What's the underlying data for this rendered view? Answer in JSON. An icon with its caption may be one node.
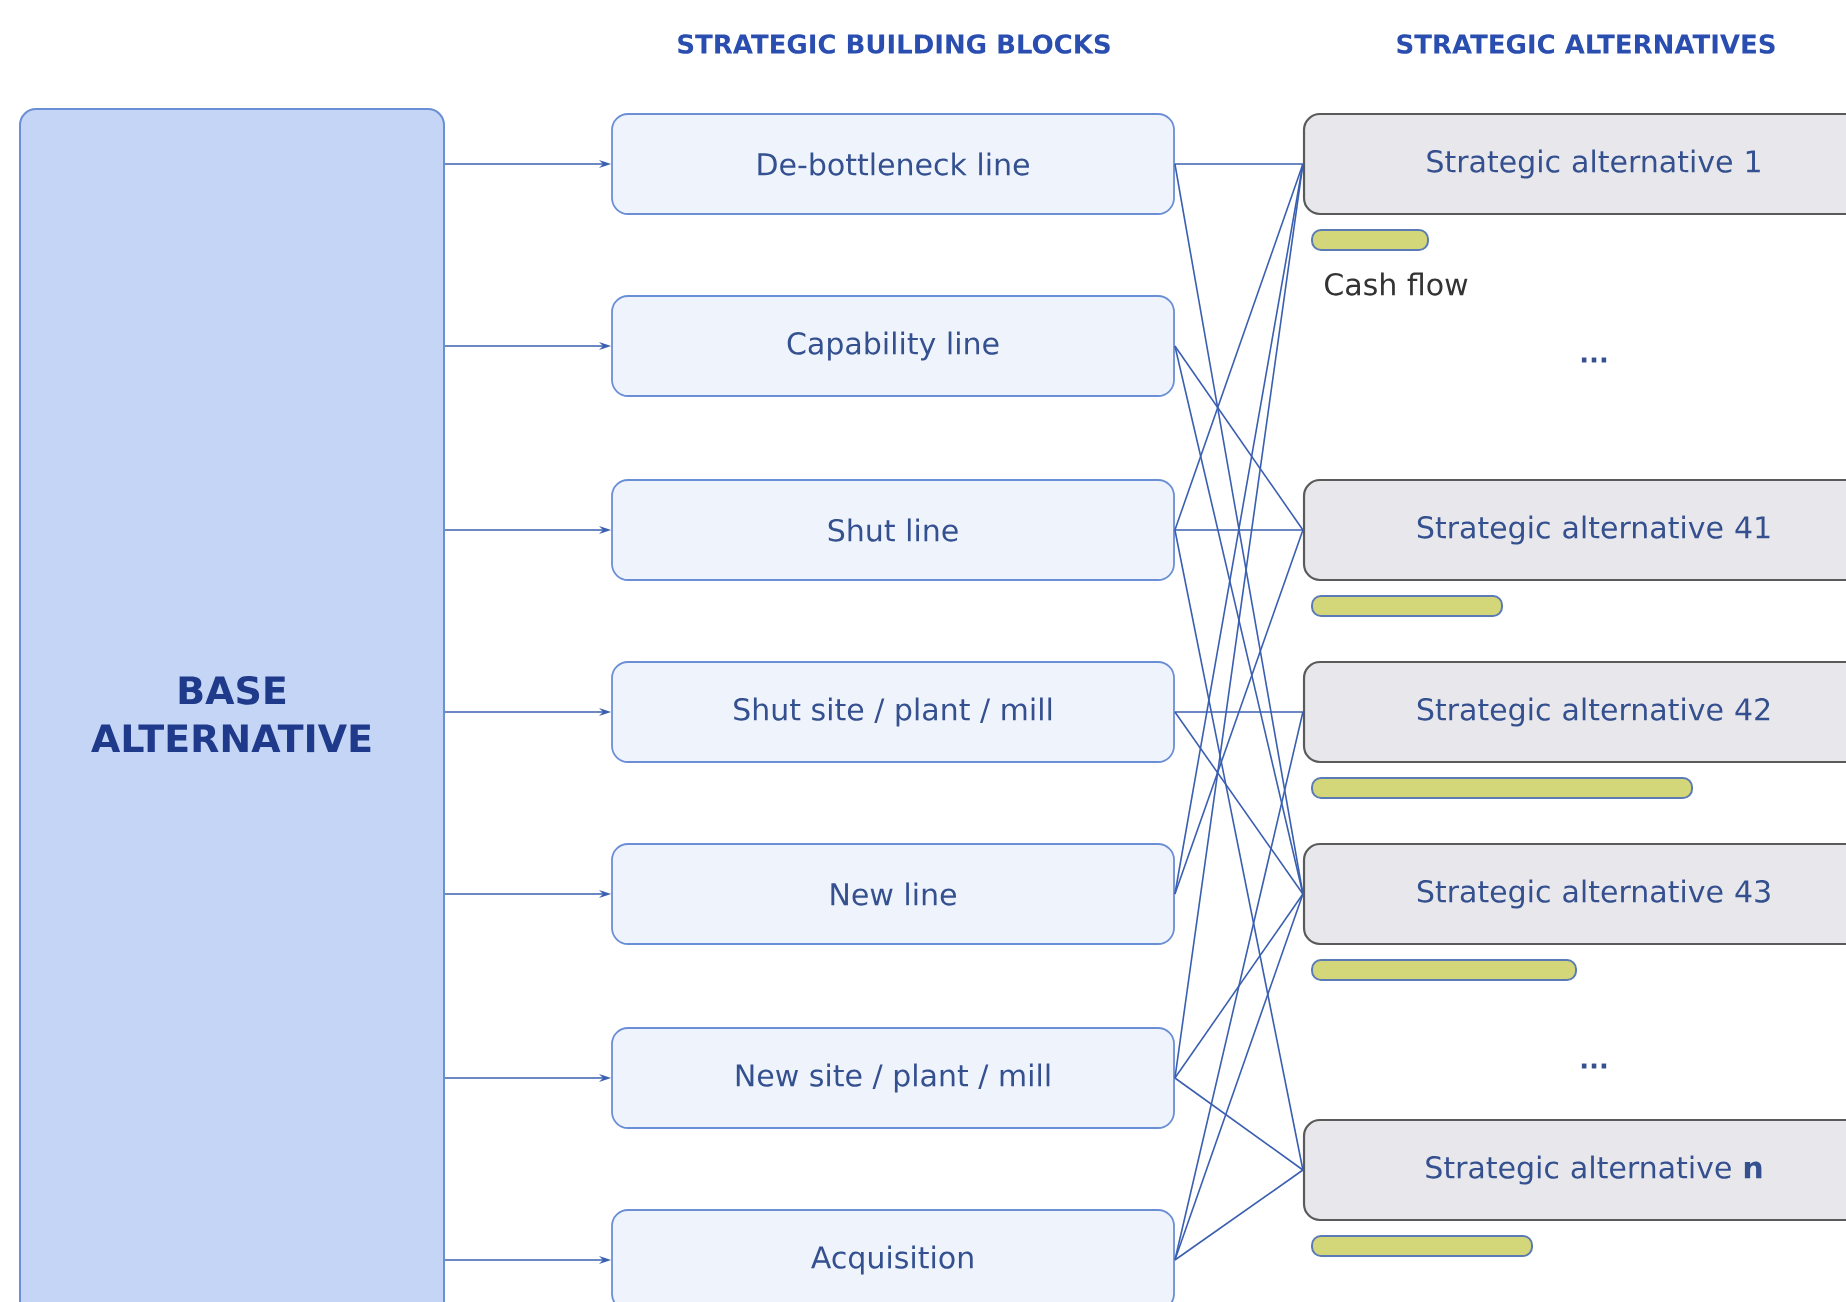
{
  "diagram": {
    "nodes": [
      {
        "text": [
          "BASE ALTERNATIVE"
        ]
      },
      {
        "text": [
          "De-bottleneck line"
        ]
      },
      {
        "text": [
          "Capability line"
        ]
      },
      {
        "text": [
          "Shut line"
        ]
      },
      {
        "text": [
          "Shut site / plant / mill"
        ]
      },
      {
        "text": [
          "New line"
        ]
      },
      {
        "text": [
          "New site / plant / mill"
        ]
      },
      {
        "text": [
          "Acquisition"
        ]
      },
      {
        "text": [
          "Strategic alternative 1"
        ]
      },
      {
        "text": [
          "Strategic alternative 41"
        ]
      },
      {
        "text": [
          "Strategic alternative 42"
        ]
      },
      {
        "text": [
          "Strategic alternative 43"
        ]
      },
      {
        "text": [
          "Strategic alternative **n**"
        ]
      }
    ],
    "edges": [
      {
        "from": 0,
        "to": 1,
        "arrow": "to"
      },
      {
        "from": 0,
        "to": 2,
        "arrow": "to"
      },
      {
        "from": 0,
        "to": 3,
        "arrow": "to"
      },
      {
        "from": 0,
        "to": 4,
        "arrow": "to"
      },
      {
        "from": 0,
        "to": 5,
        "arrow": "to"
      },
      {
        "from": 0,
        "to": 6,
        "arrow": "to"
      },
      {
        "from": 0,
        "to": 7,
        "arrow": "to"
      },
      {
        "from": 1,
        "to": 8,
        "arrow": "none"
      },
      {
        "from": 1,
        "to": 11,
        "arrow": "none"
      },
      {
        "from": 2,
        "to": 9,
        "arrow": "none"
      },
      {
        "from": 2,
        "to": 11,
        "arrow": "none"
      },
      {
        "from": 3,
        "to": 8,
        "arrow": "none"
      },
      {
        "from": 3,
        "to": 9,
        "arrow": "none"
      },
      {
        "from": 3,
        "to": 12,
        "arrow": "none"
      },
      {
        "from": 4,
        "to": 10,
        "arrow": "none"
      },
      {
        "from": 4,
        "to": 11,
        "arrow": "none"
      },
      {
        "from": 5,
        "to": 8,
        "arrow": "none"
      },
      {
        "from": 5,
        "to": 9,
        "arrow": "none"
      },
      {
        "from": 6,
        "to": 8,
        "arrow": "none"
      },
      {
        "from": 6,
        "to": 11,
        "arrow": "none"
      },
      {
        "from": 6,
        "to": 12,
        "arrow": "none"
      },
      {
        "from": 7,
        "to": 10,
        "arrow": "none"
      },
      {
        "from": 7,
        "to": 11,
        "arrow": "none"
      },
      {
        "from": 7,
        "to": 12,
        "arrow": "none"
      }
    ],
    "labels": [
      "STRATEGIC BUILDING BLOCKS",
      "STRATEGIC ALTERNATIVES",
      "Cash flow",
      "...",
      "..."
    ]
  }
}
